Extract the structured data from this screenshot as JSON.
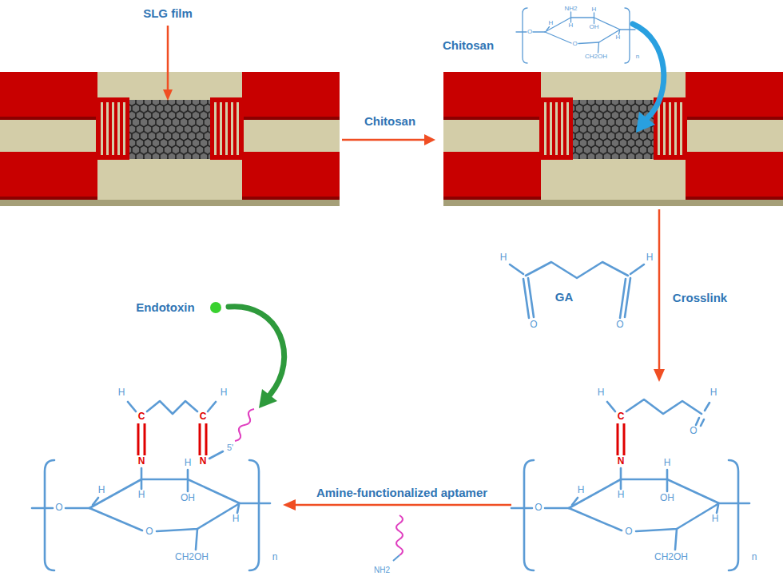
{
  "diagram": {
    "nodes": [
      {
        "text": [
          "SLG film"
        ]
      },
      {
        "text": [
          "Chitosan"
        ]
      }
    ],
    "edges": [
      {
        "from": 0,
        "to": 1,
        "arrow": "to",
        "label": "Chitosan"
      }
    ],
    "labels": [
      "Crosslink",
      "GA",
      "H",
      "H",
      "O",
      "O",
      "Endotoxin",
      "Amine-functionalized aptamer",
      "NH2",
      "H",
      "NH2",
      "H",
      "H",
      "OH",
      "H",
      "O",
      "O",
      "CH2OH",
      "n",
      "H",
      "C",
      "N",
      "H",
      "O",
      "H",
      "H",
      "H",
      "OH",
      "H",
      "O",
      "O",
      "CH2OH",
      "n",
      "H",
      "C",
      "C",
      "H",
      "N",
      "N",
      "5'",
      "H",
      "H",
      "H",
      "OH",
      "H",
      "O",
      "O",
      "CH2OH",
      "n"
    ]
  }
}
